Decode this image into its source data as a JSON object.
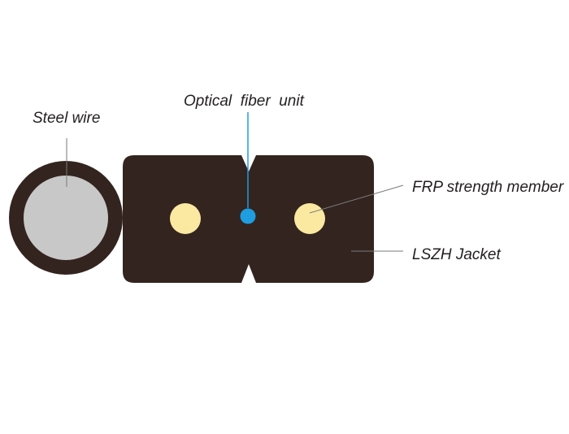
{
  "labels": {
    "steel_wire": "Steel wire",
    "optical_fiber_unit": "Optical  fiber  unit",
    "frp_strength_member": "FRP strength member",
    "lszh_jacket": "LSZH Jacket"
  },
  "colors": {
    "jacket": "#33241f",
    "steel_wire": "#c8c8c8",
    "frp": "#fbe9a2",
    "fiber": "#1e9de0",
    "fiber_line": "#1e9de0",
    "leader_line": "#7a7a7a",
    "text": "#231f20",
    "background": "#ffffff"
  }
}
